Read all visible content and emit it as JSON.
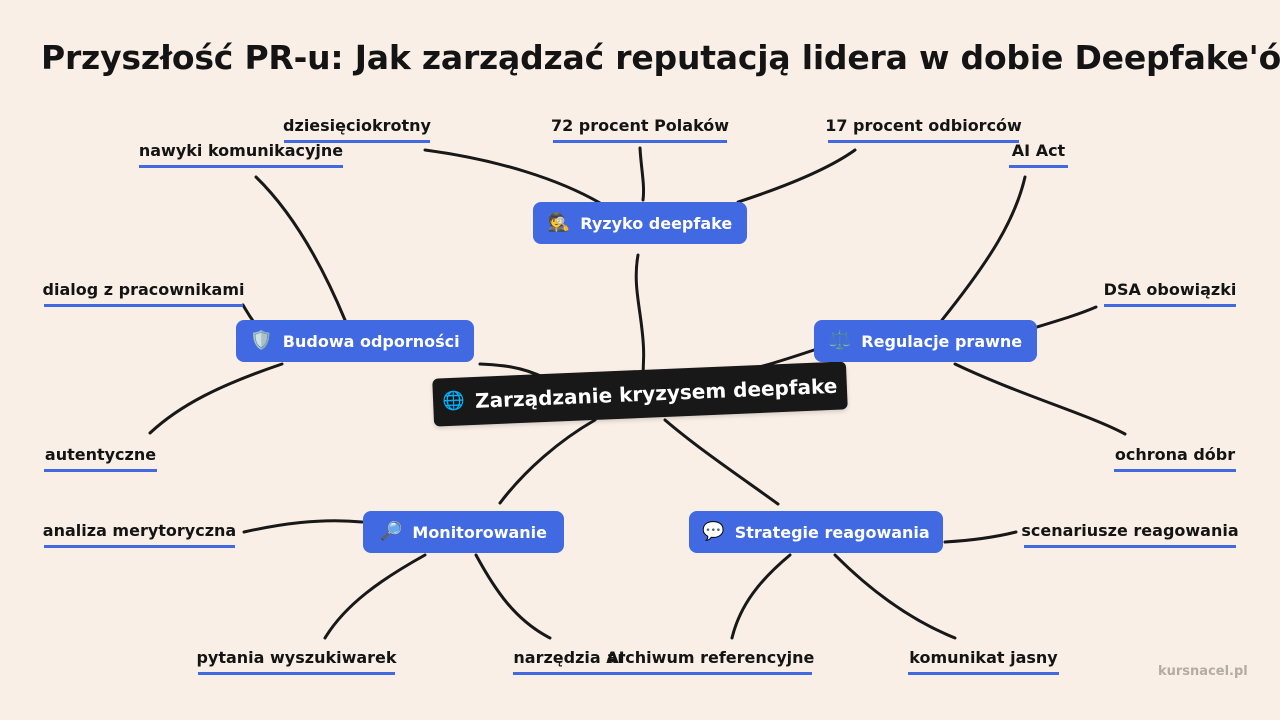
{
  "title": "Przyszłość PR-u: Jak zarządzać reputacją lidera w dobie Deepfake'ów",
  "colors": {
    "background": "#f9efe6",
    "central": "#181818",
    "branch": "#4169e1",
    "underline": "#4169e1",
    "link": "#181818"
  },
  "central": {
    "label": "Zarządzanie kryzysem deepfake",
    "icon": "globe-icon",
    "glyph": "🌐"
  },
  "branches": [
    {
      "id": "ryzyko",
      "label": "Ryzyko deepfake",
      "icon": "detective-icon",
      "glyph": "🕵️"
    },
    {
      "id": "budowa",
      "label": "Budowa odporności",
      "icon": "shield-icon",
      "glyph": "🛡️"
    },
    {
      "id": "regulacje",
      "label": "Regulacje prawne",
      "icon": "scales-icon",
      "glyph": "⚖️"
    },
    {
      "id": "monitorowanie",
      "label": "Monitorowanie",
      "icon": "magnifier-icon",
      "glyph": "🔎"
    },
    {
      "id": "strategie",
      "label": "Strategie reagowania",
      "icon": "speech-bubble-icon",
      "glyph": "💬"
    }
  ],
  "leaves": [
    {
      "id": "dziesiecio",
      "label": "dziesięciokrotny",
      "branch": "ryzyko"
    },
    {
      "id": "polakow",
      "label": "72 procent Polaków",
      "branch": "ryzyko"
    },
    {
      "id": "odbiorcow",
      "label": "17 procent odbiorców",
      "branch": "ryzyko"
    },
    {
      "id": "nawyki",
      "label": "nawyki komunikacyjne",
      "branch": "budowa"
    },
    {
      "id": "dialog",
      "label": "dialog z pracownikami",
      "branch": "budowa"
    },
    {
      "id": "autentyczne",
      "label": "autentyczne",
      "branch": "budowa"
    },
    {
      "id": "aiact",
      "label": "AI Act",
      "branch": "regulacje"
    },
    {
      "id": "dsa",
      "label": "DSA obowiązki",
      "branch": "regulacje"
    },
    {
      "id": "ochrona",
      "label": "ochrona dóbr",
      "branch": "regulacje"
    },
    {
      "id": "analiza",
      "label": "analiza merytoryczna",
      "branch": "monitorowanie"
    },
    {
      "id": "pytania",
      "label": "pytania wyszukiwarek",
      "branch": "monitorowanie"
    },
    {
      "id": "narzedzia",
      "label": "narzędzia AI",
      "branch": "monitorowanie"
    },
    {
      "id": "scenariusze",
      "label": "scenariusze reagowania",
      "branch": "strategie"
    },
    {
      "id": "archiwum",
      "label": "archiwum referencyjne",
      "branch": "strategie"
    },
    {
      "id": "komunikat",
      "label": "komunikat jasny",
      "branch": "strategie"
    }
  ],
  "watermark": "kursnacel.pl"
}
